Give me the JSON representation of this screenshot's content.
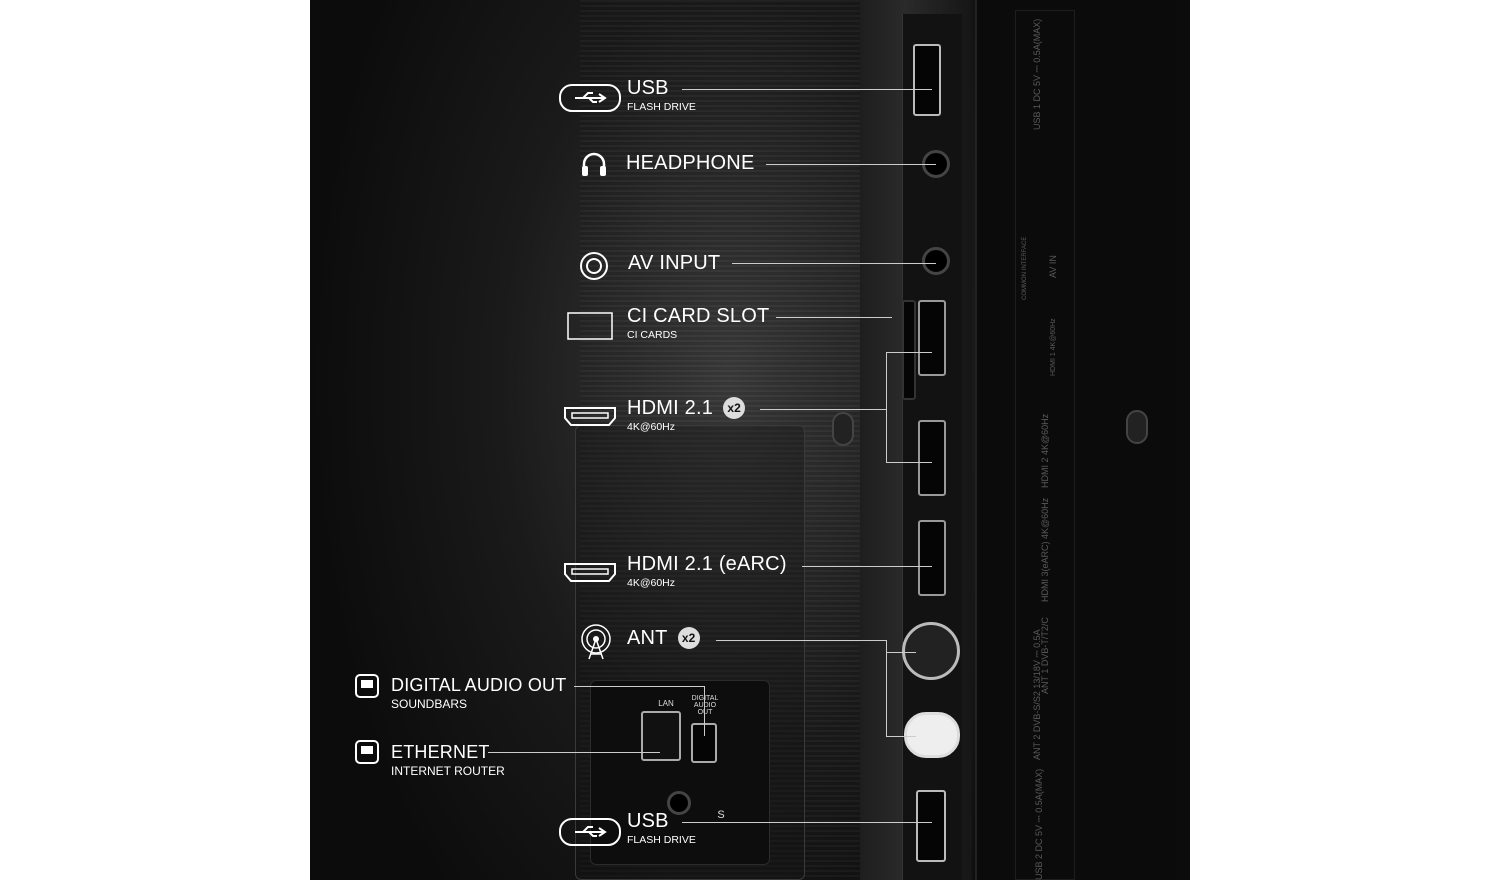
{
  "labels": [
    {
      "id": "usb1",
      "title": "USB",
      "sub": "FLASH DRIVE",
      "icon": "usb-icon"
    },
    {
      "id": "headphone",
      "title": "HEADPHONE",
      "icon": "headphone-icon"
    },
    {
      "id": "av",
      "title": "AV INPUT",
      "icon": "av-input-icon"
    },
    {
      "id": "ci",
      "title": "CI CARD SLOT",
      "sub": "CI CARDS",
      "icon": "ci-card-icon"
    },
    {
      "id": "hdmi",
      "title": "HDMI 2.1",
      "sub": "4K@60Hz",
      "badge": "x2",
      "icon": "hdmi-icon"
    },
    {
      "id": "hdmiearc",
      "title": "HDMI 2.1 (eARC)",
      "sub": "4K@60Hz",
      "icon": "hdmi-icon"
    },
    {
      "id": "ant",
      "title": "ANT",
      "badge": "x2",
      "icon": "antenna-icon"
    },
    {
      "id": "optical",
      "title": "DIGITAL AUDIO OUT",
      "sub": "SOUNDBARS",
      "icon": "optical-icon"
    },
    {
      "id": "ethernet",
      "title": "ETHERNET",
      "sub": "INTERNET ROUTER",
      "icon": "ethernet-icon"
    },
    {
      "id": "usb2",
      "title": "USB",
      "sub": "FLASH DRIVE",
      "icon": "usb-icon"
    }
  ],
  "port_labels": {
    "lan": "LAN",
    "digital": "DIGITAL AUDIO OUT",
    "s": "S"
  },
  "panel_print": [
    "USB 1 DC 5V ⎓ 0.5A(MAX)",
    "COMMON INTERFACE",
    "AV IN",
    "HDMI 1 4K@60Hz",
    "HDMI 2 4K@60Hz",
    "HDMI 3(eARC) 4K@60Hz",
    "ANT 1 DVB-T/T2/C",
    "ANT 2 DVB-S/S2 13/18V ⎓ 0.5A",
    "USB 2 DC 5V ⎓ 0.5A(MAX)"
  ]
}
